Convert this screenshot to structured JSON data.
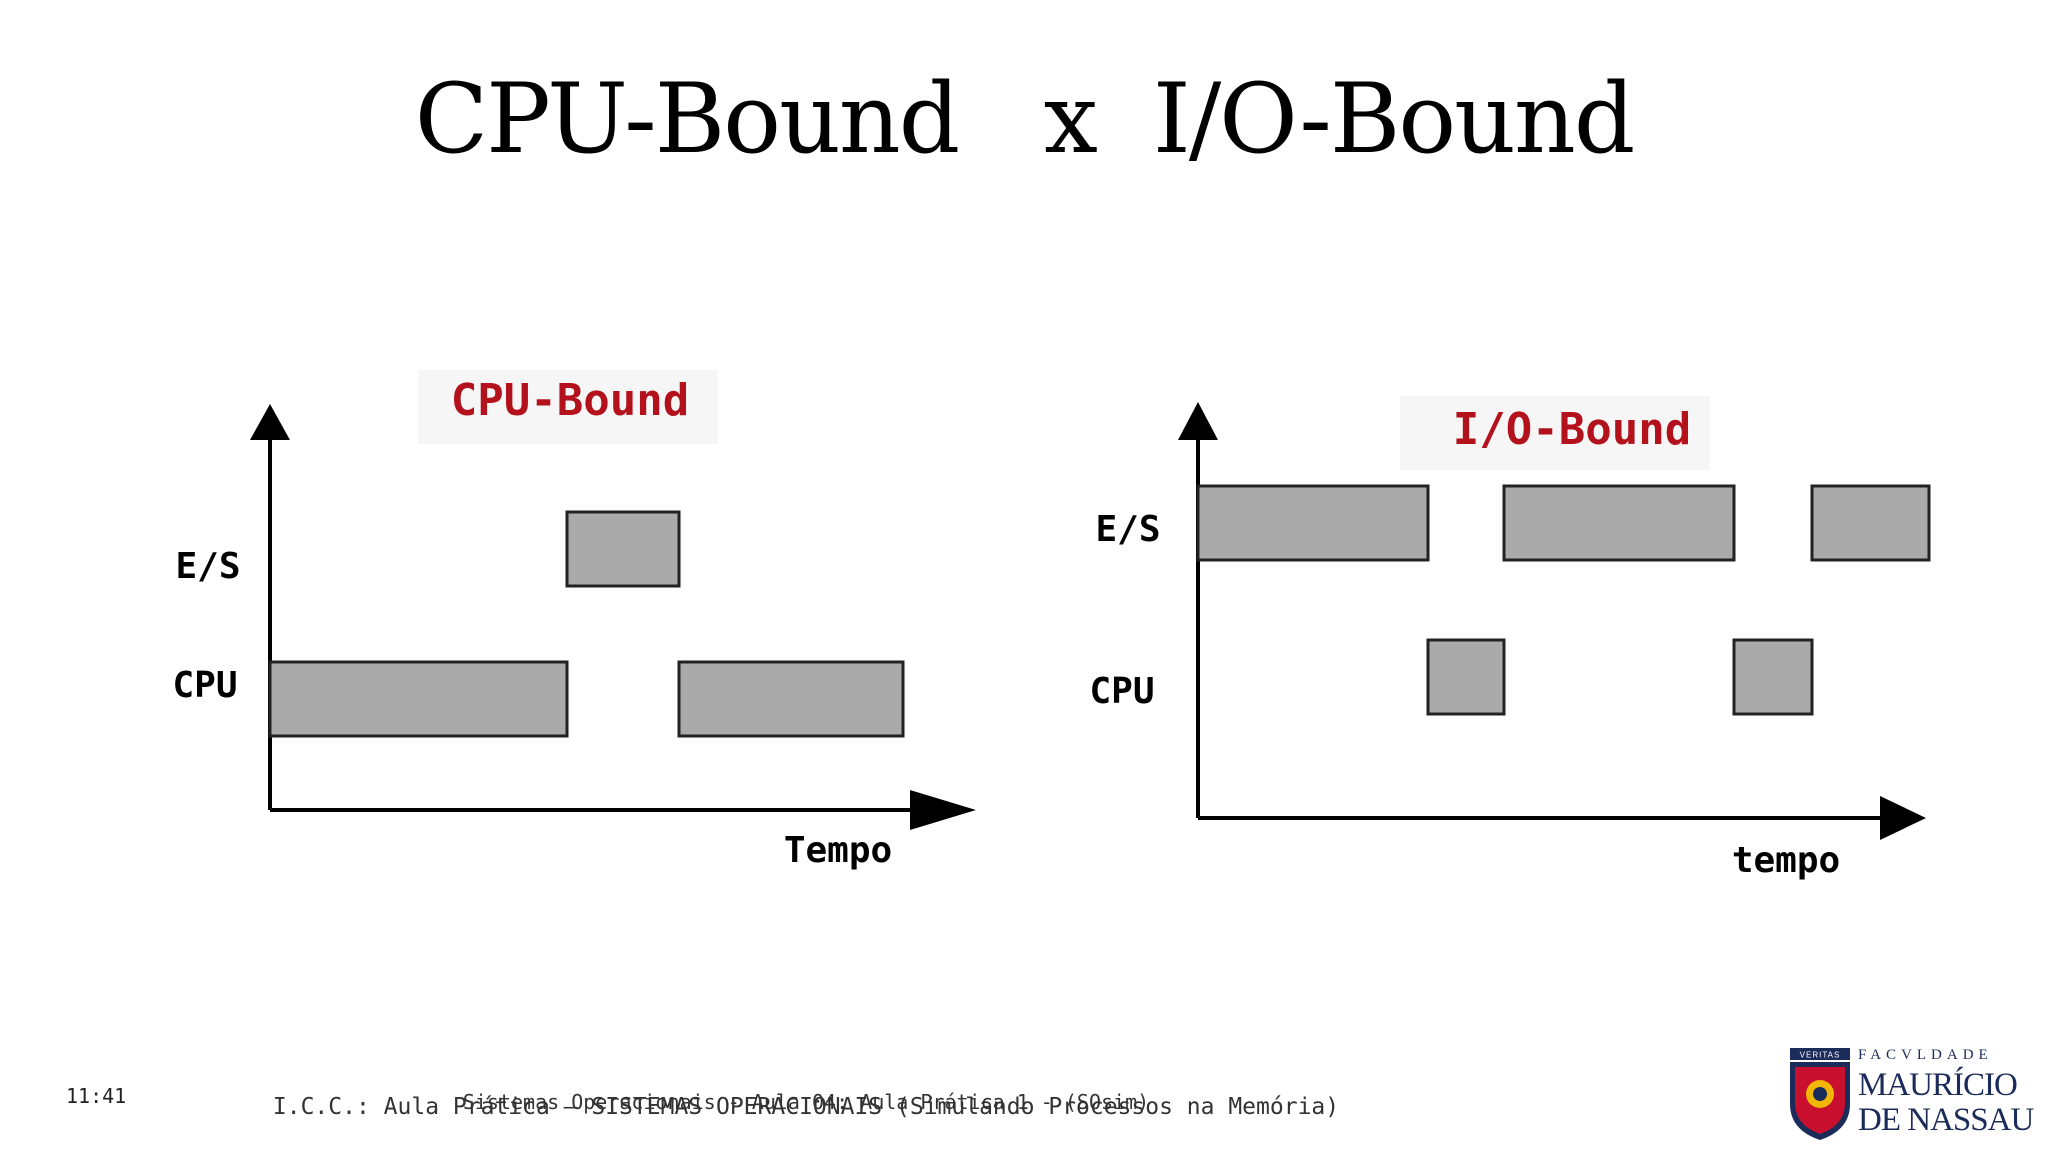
{
  "title": "CPU-Bound   x  I/O-Bound",
  "diagrams": [
    {
      "id": "cpu-bound",
      "title": "CPU-Bound",
      "rows": [
        "E/S",
        "CPU"
      ],
      "x_axis_label": "Tempo"
    },
    {
      "id": "io-bound",
      "title": "I/O-Bound",
      "rows": [
        "E/S",
        "CPU"
      ],
      "x_axis_label": "tempo"
    }
  ],
  "footer": {
    "time": "11:41",
    "subtitle": "Sistemas Operacionais - Aula 04: Aula Prática 1 - (SOsim)",
    "text": "I.C.C.: Aula Prática — SISTEMAS OPERACIONAIS (Simulando Processos na Memória)"
  },
  "logo": {
    "motto": "VERITAS",
    "line1": "FACVLDADE",
    "line2": "MAURÍCIO",
    "line3": "DE NASSAU"
  },
  "colors": {
    "title_red": "#b3121c",
    "bar_fill": "#aaaaaa",
    "bar_stroke": "#222222",
    "logo_navy": "#1c2c5a",
    "logo_red": "#c8102e",
    "logo_gold": "#f2b705"
  }
}
